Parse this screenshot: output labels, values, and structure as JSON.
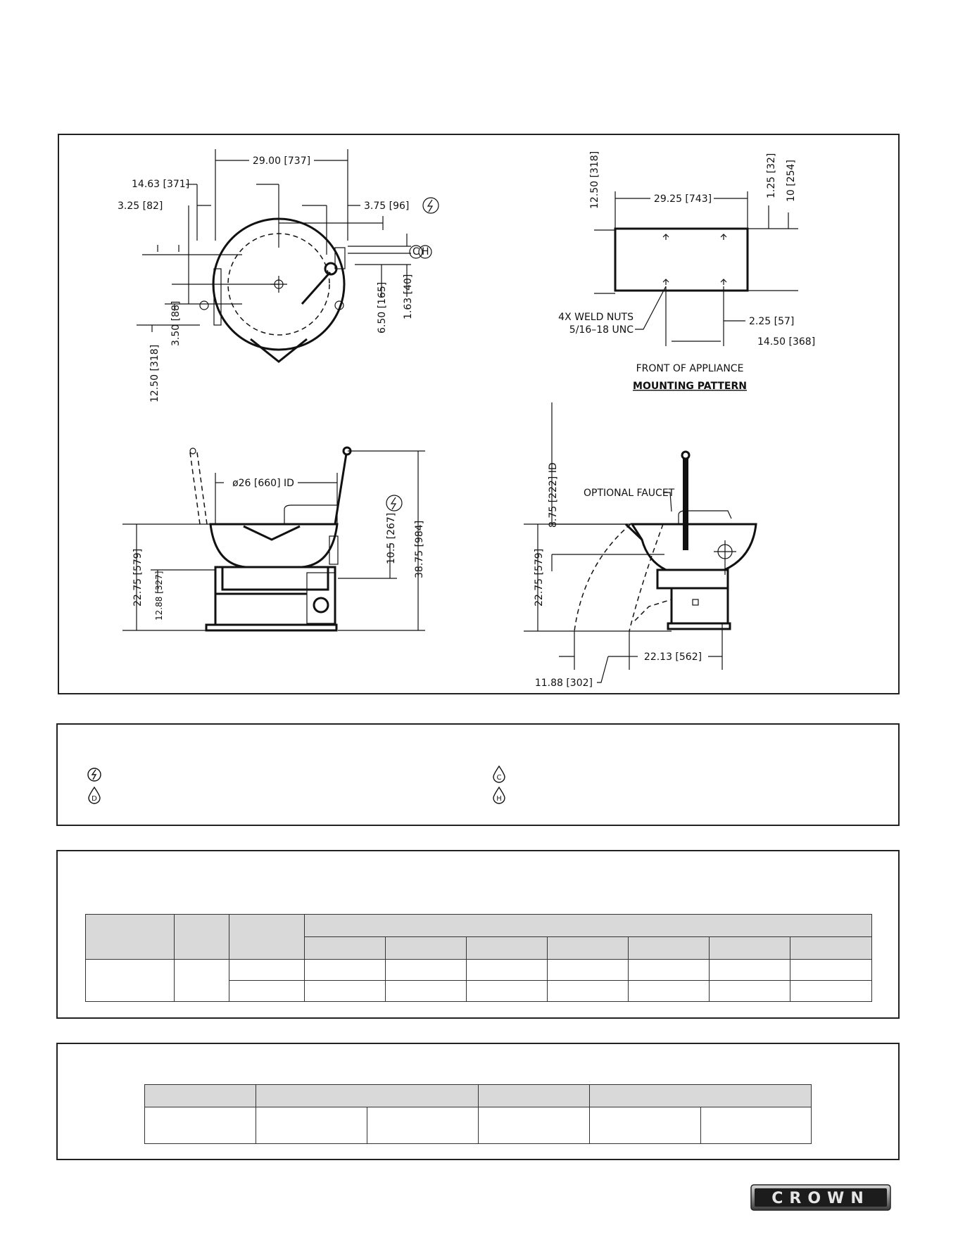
{
  "drawing": {
    "plan_view": {
      "d_29": "29.00 [737]",
      "drain_14": "14.63 [371]",
      "d_3_25": "3.25 [82]",
      "d_3_75": "3.75 [96]",
      "d_6_50": "6.50 [165]",
      "d_1_63": "1.63 [40]",
      "d_3_50": "3.50 [88]",
      "d_12_50": "12.50 [318]",
      "ch_c": "C",
      "ch_h": "H"
    },
    "mounting": {
      "d_12_50": "12.50 [318]",
      "d_29_25": "29.25 [743]",
      "d_1_25": "1.25 [32]",
      "d_10": "10 [254]",
      "d_2_25": "2.25 [57]",
      "d_14_50": "14.50 [368]",
      "weld_nuts_1": "4X WELD NUTS",
      "weld_nuts_2": "5/16–18 UNC",
      "front_label": "FRONT OF APPLIANCE",
      "title": "MOUNTING PATTERN"
    },
    "front_view": {
      "d_26": "ø26 [660] ID",
      "d_22_75": "22.75 [579]",
      "d_12_88": "12.88 [327]",
      "d_10_5": "10.5 [267]",
      "d_38_75": "38.75 [984]"
    },
    "side_view": {
      "d_8_75": "8.75 [222] ID",
      "faucet": "OPTIONAL FAUCET",
      "d_22_75": "22.75 [579]",
      "d_22_13": "22.13 [562]",
      "d_11_88": "11.88 [302]"
    }
  },
  "legend": {
    "electric_symbol": "⚡",
    "cold_symbol": "C",
    "drain_symbol": "D",
    "hot_symbol": "H"
  },
  "logo": {
    "text": "CROWN"
  }
}
